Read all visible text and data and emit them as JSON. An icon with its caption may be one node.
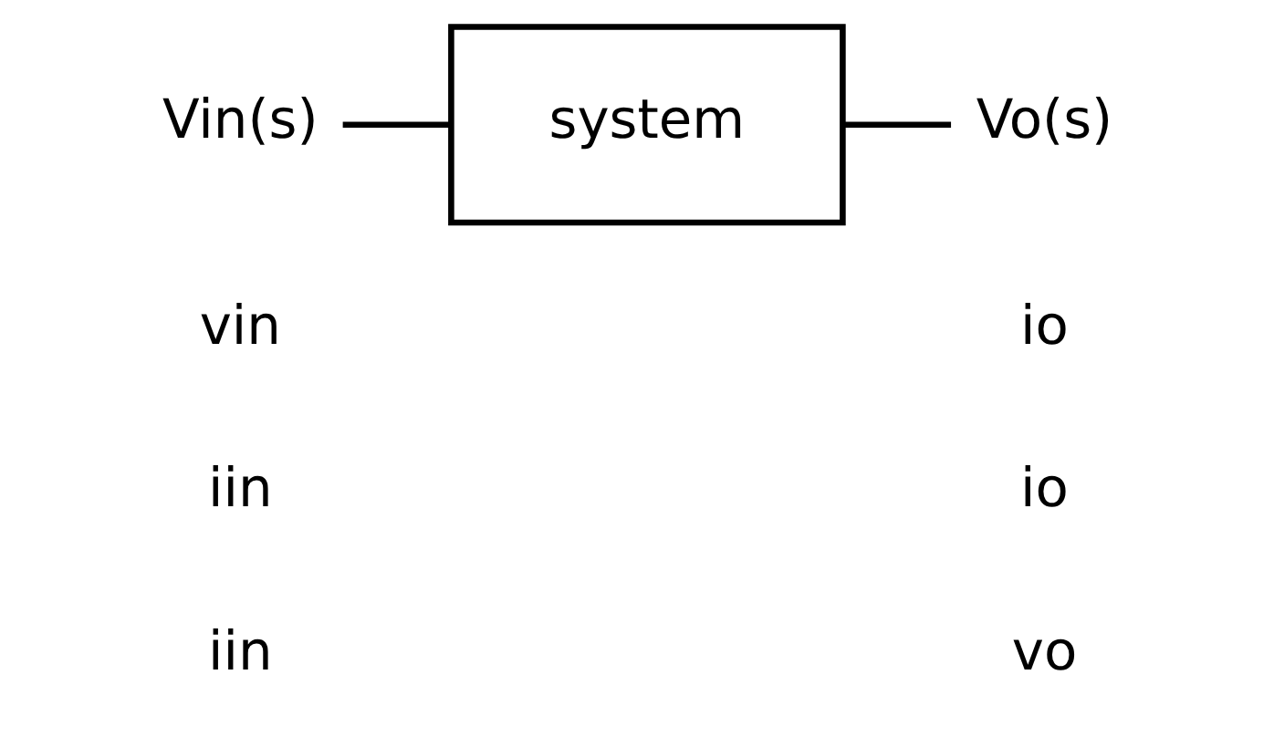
{
  "diagram": {
    "nodes": [
      {
        "text": [
          "Vin(s)"
        ]
      },
      {
        "text": [
          "system"
        ]
      },
      {
        "text": [
          "Vo(s)"
        ]
      }
    ],
    "edges": [
      {
        "from": 0,
        "to": 1,
        "arrow": "none"
      },
      {
        "from": 1,
        "to": 2,
        "arrow": "none"
      }
    ],
    "labels": [
      "vin",
      "io",
      "iin",
      "io",
      "iin",
      "vo"
    ]
  }
}
